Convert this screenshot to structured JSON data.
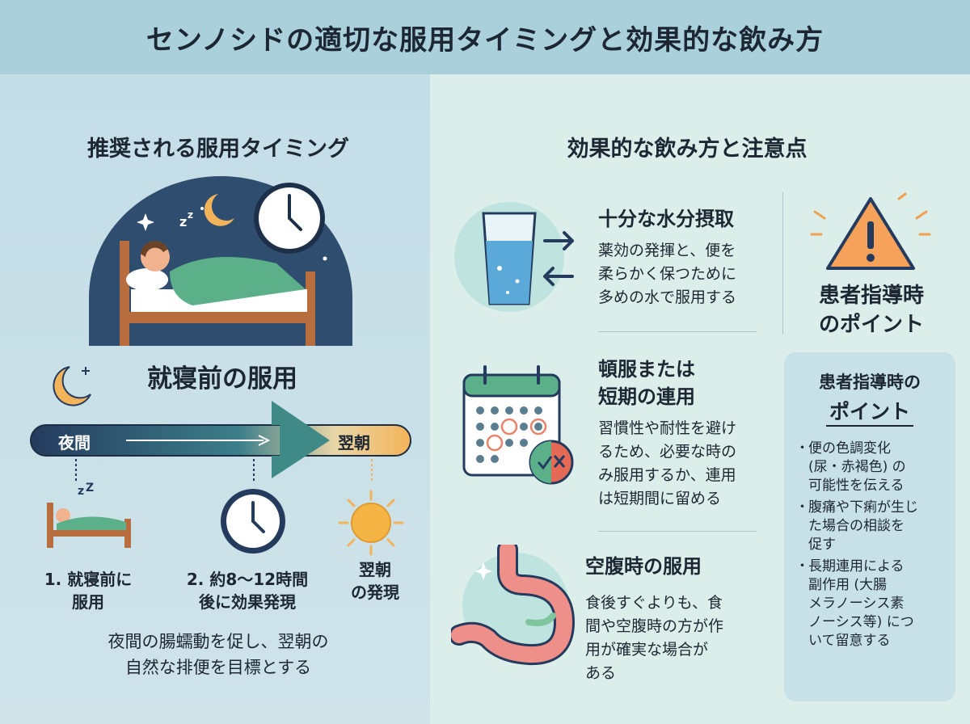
{
  "title": "センノシドの適切な服用タイミングと効果的な飲み方",
  "left": {
    "section_title": "推奨される服用タイミング",
    "scene_icons": [
      "moon-icon",
      "star-icon",
      "clock-icon",
      "bed-icon",
      "sleeping-person-icon"
    ],
    "main_label": "就寝前の服用",
    "timeline": {
      "start": "夜間",
      "end": "翌朝"
    },
    "steps": [
      {
        "icon": "bed-icon",
        "text": "1. 就寝前に\n服用"
      },
      {
        "icon": "clock-icon",
        "text": "2. 約8〜12時間\n後に効果発現"
      },
      {
        "icon": "sun-icon",
        "text": "翌朝\nの発現"
      }
    ],
    "footer": "夜間の腸蠕動を促し、翌朝の\n自然な排便を目標とする"
  },
  "right": {
    "section_title": "効果的な飲み方と注意点",
    "rows": [
      {
        "icon": "water-glass-icon",
        "title": "十分な水分摂取",
        "body": "薬効の発揮と、便を\n柔らかく保つために\n多めの水で服用する"
      },
      {
        "icon": "calendar-icon",
        "title": "頓服または\n短期の連用",
        "body": "習慣性や耐性を避け\nるため、必要な時の\nみ服用するか、連用\nは短期間に留める"
      },
      {
        "icon": "stomach-icon",
        "title": "空腹時の服用",
        "body": "食後すぐよりも、食\n間や空腹時の方が作\n用が確実な場合が\nある"
      }
    ],
    "warning": {
      "icon": "warning-icon",
      "title": "患者指導時\nのポイント"
    },
    "card": {
      "title": "患者指導時の",
      "subtitle": "ポイント",
      "bullet": "・",
      "points": [
        "便の色調変化\n(尿・赤褐色) の\n可能性を伝える",
        "腹痛や下痢が生じ\nた場合の相談を\n促す",
        "長期連用による\n副作用 (大腸\nメラノーシス素\nノーシス等) につ\nいて留意する"
      ]
    }
  },
  "colors": {
    "header_bg": "#a9d0db",
    "left_bg": "#c4dde7",
    "right_bg": "#dbeee9",
    "navy": "#243b5e",
    "orange": "#f2b35a",
    "green": "#5bb08a",
    "warning": "#f0a050"
  }
}
